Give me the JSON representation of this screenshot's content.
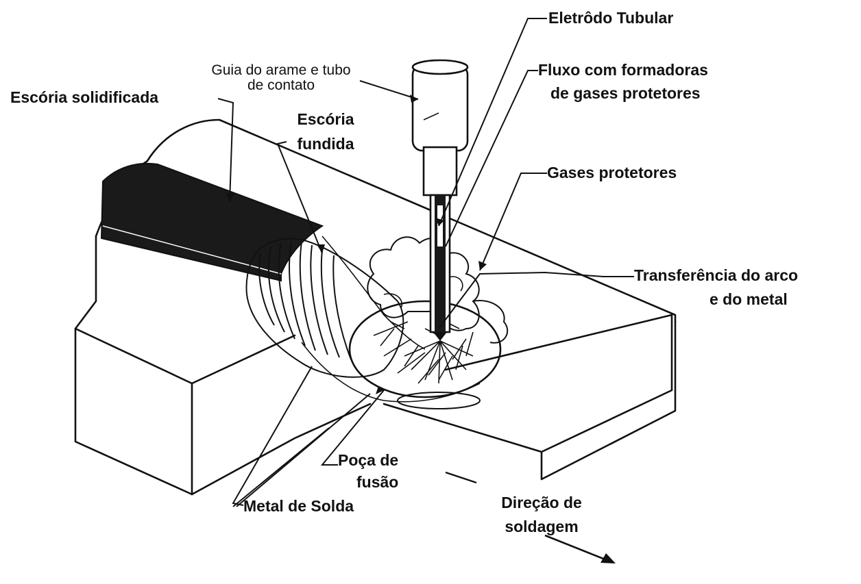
{
  "labels": {
    "eletrodo_tubular": "Eletrôdo Tubular",
    "guia_line1": "Guia do arame e tubo",
    "guia_line2": "de contato",
    "fluxo_line1": "Fluxo com formadoras",
    "fluxo_line2": "de gases protetores",
    "escoria_solidificada": "Escória solidificada",
    "escoria_fundida_line1": "Escória",
    "escoria_fundida_line2": "fundida",
    "gases_protetores": "Gases protetores",
    "transferencia_line1": "Transferência do arco",
    "transferencia_line2": "e do metal",
    "poca_line1": "Poça de",
    "poca_line2": "fusão",
    "metal_de_solda": "Metal de Solda",
    "direcao_line1": "Direção de",
    "direcao_line2": "soldagem"
  },
  "colors": {
    "line": "#111111",
    "background": "#ffffff",
    "slag": "#1a1a1a"
  }
}
